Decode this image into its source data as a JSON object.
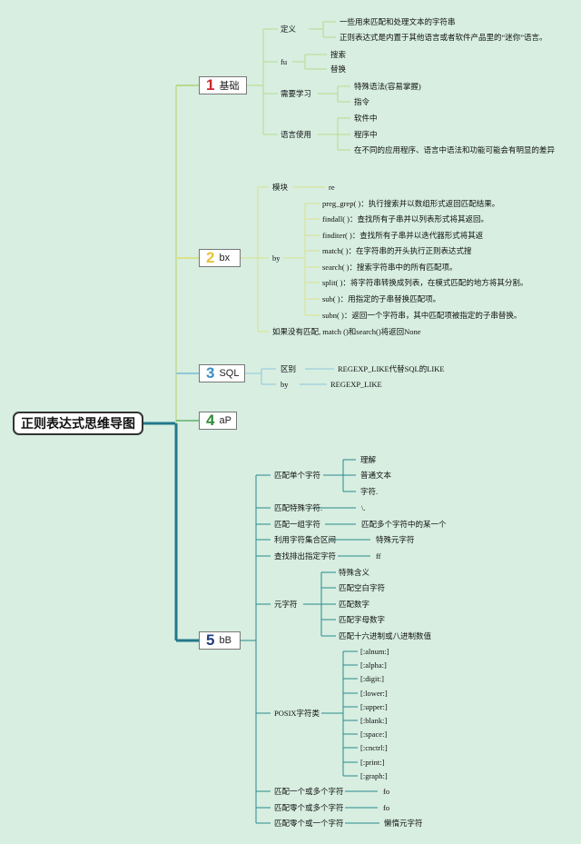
{
  "root": "正则表达式思维导图",
  "branches": [
    {
      "num": "1",
      "label": "基础",
      "color": "#c9272d"
    },
    {
      "num": "2",
      "label": "bx",
      "color": "#e4c43c"
    },
    {
      "num": "3",
      "label": "SQL",
      "color": "#3c8fc4"
    },
    {
      "num": "4",
      "label": "aP",
      "color": "#2f8a3a"
    },
    {
      "num": "5",
      "label": "bB",
      "color": "#1f3e7a"
    }
  ],
  "b1": {
    "def": "定义",
    "def_items": [
      "一些用来匹配和处理文本的字符串",
      "正则表达式是内置于其他语言或者软件产品里的“迷你”语言。"
    ],
    "fu": "fu",
    "fu_items": [
      "搜索",
      "替换"
    ],
    "learn": "需要学习",
    "learn_items": [
      "特殊语法(容易掌握)",
      "指令"
    ],
    "use": "语言使用",
    "use_items": [
      "软件中",
      "程序中",
      "在不同的应用程序、语言中语法和功能可能会有明显的差异"
    ]
  },
  "b2": {
    "module": "模块",
    "module_val": "re",
    "by": "by",
    "by_items": [
      "preg_grep( )：执行搜索并以数组形式返回匹配结果。",
      "findall( )：查找所有子串并以列表形式将其返回。",
      "finditer( )：查找所有子串并以迭代器形式将其返",
      "match( )：在字符串的开头执行正则表达式搜",
      "search( )：搜索字符串中的所有匹配项。",
      "split( )：将字符串转换成列表，在模式匹配的地方将其分割。",
      "sub( )：用指定的子串替换匹配项。",
      "subn( )：返回一个字符串，其中匹配项被指定的子串替换。"
    ],
    "note": "如果没有匹配, match ()和search()将返回None"
  },
  "b3": {
    "diff": "区别",
    "diff_val": "REGEXP_LIKE代替SQL的LIKE",
    "by": "by",
    "by_val": "REGEXP_LIKE"
  },
  "b5": {
    "single": "匹配单个字符",
    "single_items": [
      "理解",
      "普通文本",
      "字符."
    ],
    "special": "匹配特殊字符.",
    "special_val": "\\.",
    "group": "匹配一组字符",
    "group_val": "匹配多个字符中的某一个",
    "range": "利用字符集合区间",
    "range_val": "特殊元字符",
    "exclude": "查找排出指定字符",
    "exclude_val": "ff",
    "meta": "元字符",
    "meta_items": [
      "特殊含义",
      "匹配空白字符",
      "匹配数字",
      "匹配字母数字",
      "匹配十六进制或八进制数值"
    ],
    "posix": "POSIX字符类",
    "posix_items": [
      "[:alnum:]",
      "[:alpha:]",
      "[:digit:]",
      "[:lower:]",
      "[:upper:]",
      "[:blank:]",
      "[:space:]",
      "[:cnctrl:]",
      "[:print:]",
      "[:graph:]"
    ],
    "plus": "匹配一个或多个字符",
    "plus_val": "fo",
    "star": "匹配零个或多个字符",
    "star_val": "fo",
    "opt": "匹配零个或一个字符",
    "opt_val": "懒惰元字符"
  },
  "colors": {
    "background": "#d7eee1",
    "trunk": "#23788a",
    "branch1_line": "#b9d98a",
    "branch2_line": "#d9e28a",
    "branch3_line": "#8fc7d9",
    "branch5_line": "#2a8a8a"
  }
}
